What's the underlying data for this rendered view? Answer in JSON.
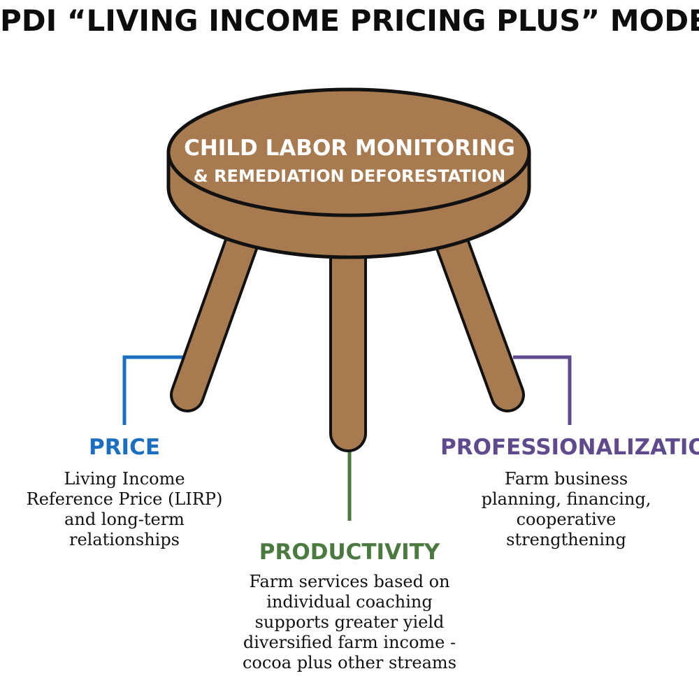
{
  "title": "PDI “LIVING INCOME PRICING PLUS” MODEL",
  "seat": {
    "line1": "CHILD LABOR MONITORING",
    "line2": "& REMEDIATION DEFORESTATION"
  },
  "colors": {
    "wood": "#a87a4f",
    "outline": "#111111",
    "price": "#1b6fc2",
    "productivity": "#4a7a3f",
    "professionalization": "#5e4a8c"
  },
  "pillars": {
    "price": {
      "heading": "PRICE",
      "lines": [
        "Living Income",
        "Reference Price (LIRP)",
        "and long-term",
        "relationships"
      ]
    },
    "productivity": {
      "heading": "PRODUCTIVITY",
      "lines": [
        "Farm services based on",
        "individual coaching",
        "supports greater yield",
        "diversified farm income -",
        "cocoa plus other streams"
      ]
    },
    "professionalization": {
      "heading": "PROFESSIONALIZATION",
      "lines": [
        "Farm business",
        "planning, financing,",
        "cooperative",
        "strengthening"
      ]
    }
  }
}
